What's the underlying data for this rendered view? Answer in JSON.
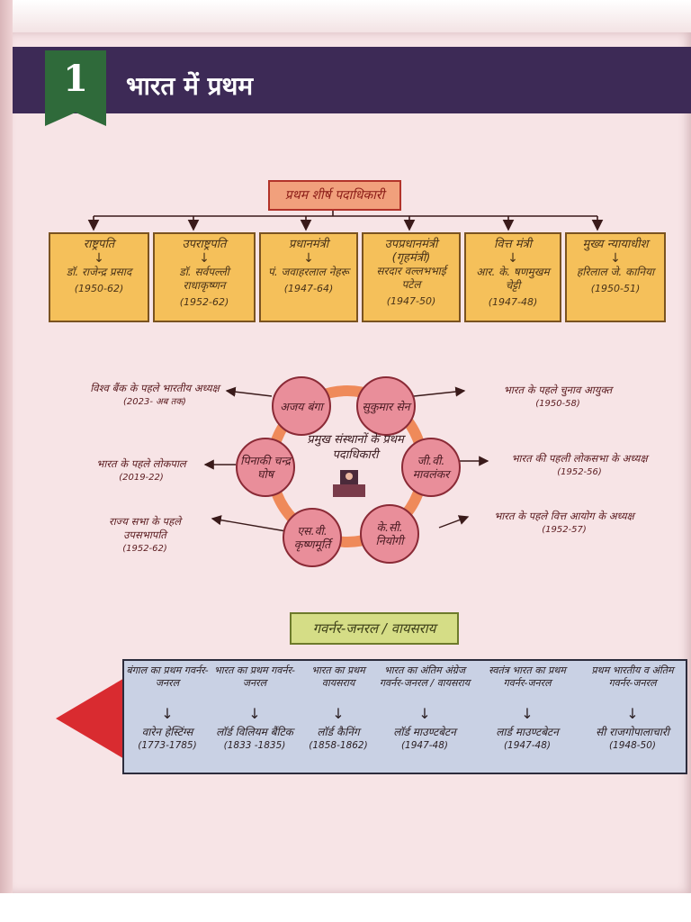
{
  "chapter": {
    "number": "1",
    "title": "भारत में प्रथम"
  },
  "section1": {
    "header": "प्रथम शीर्ष पदाधिकारी",
    "cards": [
      {
        "role": "राष्ट्रपति",
        "name": "डॉ. राजेन्द्र प्रसाद",
        "years": "(1950-62)"
      },
      {
        "role": "उपराष्ट्रपति",
        "name": "डॉ. सर्वपल्ली राधाकृष्णन",
        "years": "(1952-62)"
      },
      {
        "role": "प्रधानमंत्री",
        "name": "पं. जवाहरलाल नेहरू",
        "years": "(1947-64)"
      },
      {
        "role": "उपप्रधानमंत्री (गृहमंत्री)",
        "name": "सरदार वल्लभभाई पटेल",
        "years": "(1947-50)"
      },
      {
        "role": "वित्त मंत्री",
        "name": "आर. के. षणमुखम चेट्टी",
        "years": "(1947-48)"
      },
      {
        "role": "मुख्य न्यायाधीश",
        "name": "हरिलाल जे. कानिया",
        "years": "(1950-51)"
      }
    ]
  },
  "section2": {
    "center": "प्रमुख संस्थानों के प्रथम पदाधिकारी",
    "circles": {
      "ajay": "अजय बंगा",
      "sukumar": "सुकुमार सेन",
      "mavalankar": "जी.वी. मावलंकर",
      "neogi": "के.सी. नियोगी",
      "krishnamurti": "एस.वी. कृष्णमूर्ति",
      "ghosh": "पिनाकी चन्द्र घोष"
    },
    "notes": {
      "worldbank": "विश्व बैंक के पहले भारतीय अध्यक्ष",
      "worldbank_years": "(2023- अब तक)",
      "election": "भारत के पहले चुनाव आयुक्त",
      "election_years": "(1950-58)",
      "loksabha": "भारत की पहली लोकसभा के अध्यक्ष",
      "loksabha_years": "(1952-56)",
      "finance": "भारत के पहले वित्त आयोग के अध्यक्ष",
      "finance_years": "(1952-57)",
      "rajyasabha": "राज्य सभा के पहले उपसभापति",
      "rajyasabha_years": "(1952-62)",
      "lokpal": "भारत के पहले लोकपाल",
      "lokpal_years": "(2019-22)"
    }
  },
  "section3": {
    "header": "गवर्नर-जनरल / वायसराय",
    "items": [
      {
        "office": "बंगाल का प्रथम गवर्नर-जनरल",
        "name": "वारेन हेस्टिंग्स",
        "years": "(1773-1785)"
      },
      {
        "office": "भारत का प्रथम गवर्नर-जनरल",
        "name": "लॉर्ड विलियम बैंटिक",
        "years": "(1833 -1835)"
      },
      {
        "office": "भारत का प्रथम वायसराय",
        "name": "लॉर्ड कैनिंग",
        "years": "(1858-1862)"
      },
      {
        "office": "भारत का अंतिम अंग्रेज गवर्नर-जनरल / वायसराय",
        "name": "लॉर्ड माउण्टबेटन",
        "years": "(1947-48)"
      },
      {
        "office": "स्वतंत्र भारत का प्रथम गवर्नर-जनरल",
        "name": "लार्ड माउण्टबेटन",
        "years": "(1947-48)"
      },
      {
        "office": "प्रथम भारतीय व अंतिम गवर्नर-जनरल",
        "name": "सी राजगोपालाचारी",
        "years": "(1948-50)"
      }
    ]
  }
}
